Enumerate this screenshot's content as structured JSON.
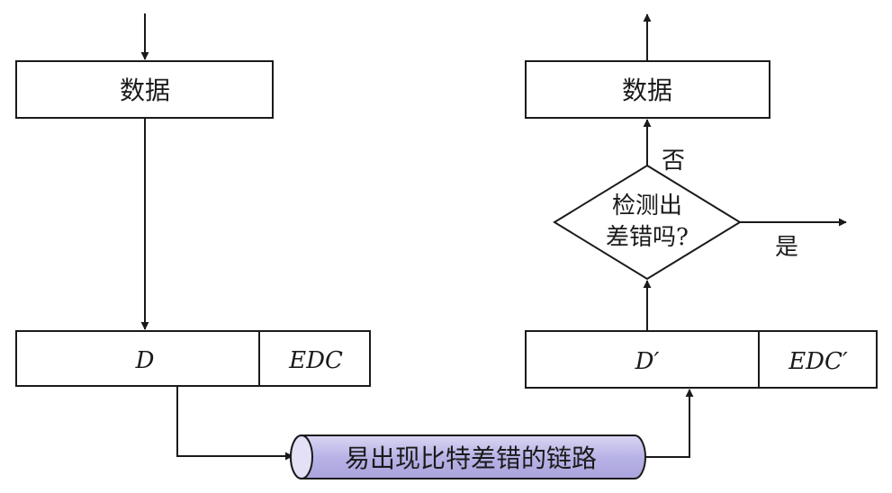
{
  "sender": {
    "data_label": "数据",
    "packet": {
      "d_label": "D",
      "edc_label": "EDC"
    }
  },
  "receiver": {
    "data_label": "数据",
    "packet": {
      "d_label": "D′",
      "edc_label": "EDC′"
    },
    "decision": {
      "line1": "检测出",
      "line2": "差错吗?"
    },
    "no_label": "否",
    "yes_label": "是"
  },
  "channel": {
    "label": "易出现比特差错的链路",
    "color": "#b8b3e6"
  }
}
